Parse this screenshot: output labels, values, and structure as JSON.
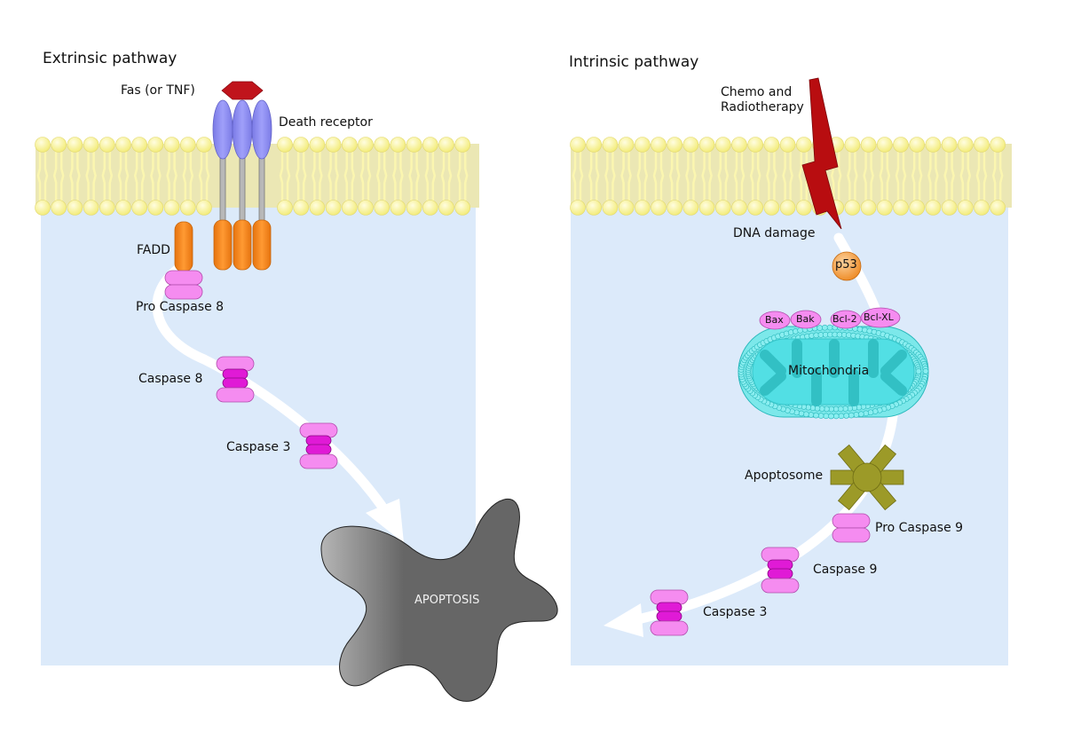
{
  "diagram": {
    "extrinsic": {
      "title": "Extrinsic pathway",
      "ligand_label": "Fas (or TNF)",
      "receptor_label": "Death receptor",
      "fadd_label": "FADD",
      "pro_caspase_label": "Pro Caspase 8",
      "caspase8_label": "Caspase 8",
      "caspase3_label": "Caspase 3"
    },
    "intrinsic": {
      "title": "Intrinsic pathway",
      "stimulus_label_line1": "Chemo and",
      "stimulus_label_line2": "Radiotherapy",
      "dna_damage_label": "DNA damage",
      "p53_label": "p53",
      "bcl_proteins": [
        "Bax",
        "Bak",
        "Bcl-2",
        "Bcl-XL"
      ],
      "mitochondria_label": "Mitochondria",
      "apoptosome_label": "Apoptosome",
      "pro_caspase_label": "Pro Caspase 9",
      "caspase9_label": "Caspase 9",
      "caspase3_label": "Caspase 3"
    },
    "outcome_label": "APOPTOSIS",
    "colors": {
      "cytoplasm": "#dceafa",
      "membrane_head": "#f7f28a",
      "membrane_band": "#ebe7b4",
      "receptor": "#8888ee",
      "ligand": "#c0141c",
      "fadd_orange": "#f58a1f",
      "caspase_pink": "#f58cf0",
      "caspase_magenta": "#e01ad6",
      "p53_orange": "#f5a040",
      "mitochondria": "#40d8dc",
      "apoptosome": "#9c9a28",
      "apoptotic_cell": "#666666",
      "lightning": "#b80d10"
    }
  }
}
